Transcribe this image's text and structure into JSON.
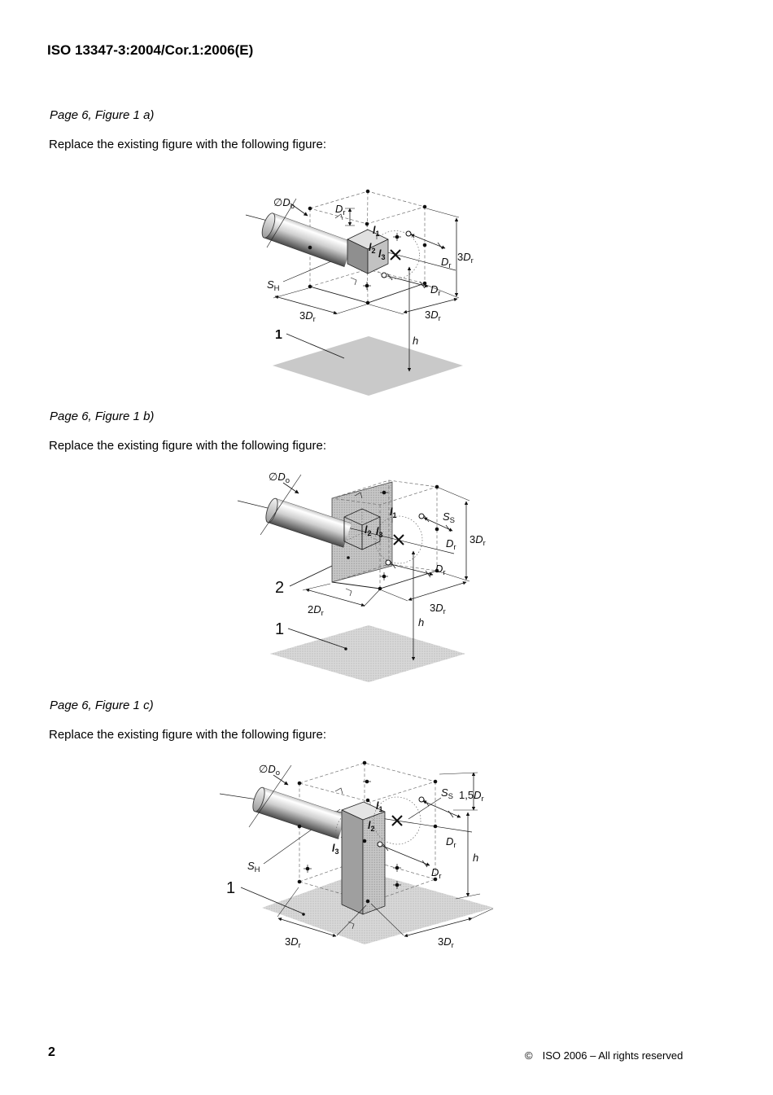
{
  "page": {
    "header_title": "ISO 13347-3:2004/Cor.1:2006(E)",
    "footer": {
      "page_number": "2",
      "copyright_symbol": "©",
      "copyright_text": "ISO 2006 – All rights reserved"
    }
  },
  "sections": {
    "a": {
      "caption": "Page 6, Figure 1 a)",
      "instruction": "Replace the existing figure with the following figure:"
    },
    "b": {
      "caption": "Page 6, Figure 1 b)",
      "instruction": "Replace the existing figure with the following figure:"
    },
    "c": {
      "caption": "Page 6, Figure 1 c)",
      "instruction": "Replace the existing figure with the following figure:"
    }
  },
  "fig_a": {
    "labels": {
      "dia": {
        "pre": "∅",
        "base": "D",
        "sub": "o"
      },
      "dr_top": {
        "base": "D",
        "sub": "r"
      },
      "l1": {
        "base": "l",
        "sub": "1"
      },
      "l2": {
        "base": "l",
        "sub": "2"
      },
      "l3": {
        "base": "l",
        "sub": "3"
      },
      "s_h": {
        "base": "S",
        "sub": "H"
      },
      "dr_diag_upper": {
        "base": "D",
        "sub": "r"
      },
      "dr_diag_lower": {
        "base": "D",
        "sub": "r"
      },
      "three_dr_right": {
        "pre": "3",
        "base": "D",
        "sub": "r"
      },
      "three_dr_bottom_left": {
        "pre": "3",
        "base": "D",
        "sub": "r"
      },
      "three_dr_bottom_right": {
        "pre": "3",
        "base": "D",
        "sub": "r"
      },
      "height": "h",
      "ref_floor": "1"
    }
  },
  "fig_b": {
    "labels": {
      "dia": {
        "pre": "∅",
        "base": "D",
        "sub": "o"
      },
      "l1": {
        "base": "l",
        "sub": "1"
      },
      "l2": {
        "base": "l",
        "sub": "2"
      },
      "l3": {
        "base": "l",
        "sub": "3"
      },
      "s_s": {
        "base": "S",
        "sub": "S"
      },
      "dr_diag_upper": {
        "base": "D",
        "sub": "r"
      },
      "dr_diag_lower": {
        "base": "D",
        "sub": "r"
      },
      "three_dr_right": {
        "pre": "3",
        "base": "D",
        "sub": "r"
      },
      "two_dr_bottom_left": {
        "pre": "2",
        "base": "D",
        "sub": "r"
      },
      "three_dr_bottom_right": {
        "pre": "3",
        "base": "D",
        "sub": "r"
      },
      "height": "h",
      "ref_wall": "2",
      "ref_floor": "1"
    }
  },
  "fig_c": {
    "labels": {
      "dia": {
        "pre": "∅",
        "base": "D",
        "sub": "o"
      },
      "l1": {
        "base": "l",
        "sub": "1"
      },
      "l2": {
        "base": "l",
        "sub": "2"
      },
      "l3": {
        "base": "l",
        "sub": "3"
      },
      "s_s": {
        "base": "S",
        "sub": "S"
      },
      "s_h": {
        "base": "S",
        "sub": "H"
      },
      "one_five_dr": {
        "pre": "1,5",
        "base": "D",
        "sub": "r"
      },
      "dr_diag_upper": {
        "base": "D",
        "sub": "r"
      },
      "dr_diag_lower": {
        "base": "D",
        "sub": "r"
      },
      "three_dr_bottom_left": {
        "pre": "3",
        "base": "D",
        "sub": "r"
      },
      "three_dr_bottom_right": {
        "pre": "3",
        "base": "D",
        "sub": "r"
      },
      "height": "h",
      "ref_floor": "1"
    }
  }
}
